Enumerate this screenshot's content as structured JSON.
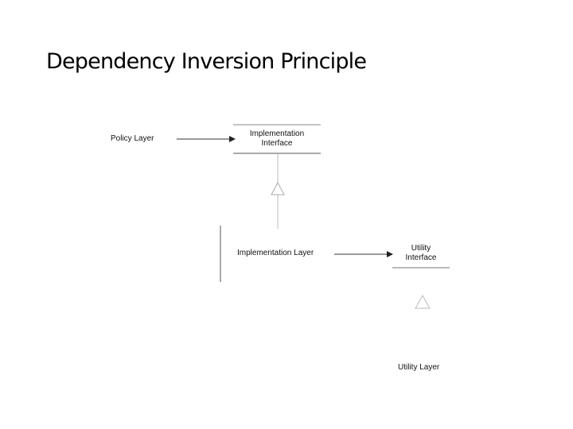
{
  "slide": {
    "title": "Dependency Inversion Principle"
  },
  "diagram": {
    "policy_layer": "Policy Layer",
    "implementation_interface": {
      "line1": "Implementation",
      "line2": "Interface"
    },
    "implementation_layer": "Implementation Layer",
    "utility_interface": {
      "line1": "Utility",
      "line2": "Interface"
    },
    "utility_layer": "Utility Layer",
    "colors": {
      "line": "#333333",
      "faint_line": "#999999",
      "text": "#111111"
    }
  }
}
